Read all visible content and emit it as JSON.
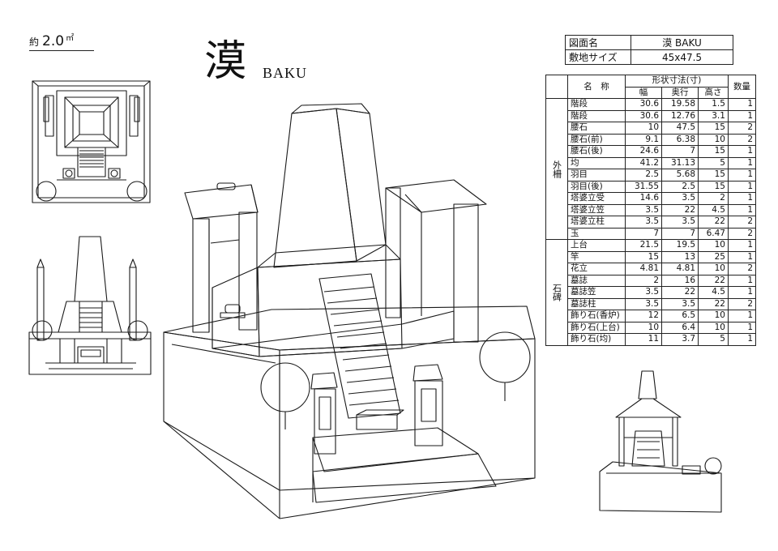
{
  "area": {
    "prefix": "約",
    "value": "2.0",
    "unit": "㎡"
  },
  "title": {
    "kanji": "漠",
    "roman": "BAKU"
  },
  "info_table": [
    {
      "key": "図面名",
      "value": "漠 BAKU"
    },
    {
      "key": "敷地サイズ",
      "value": "45x47.5"
    }
  ],
  "spec_table": {
    "header_name": "名　称",
    "header_dims": "形状寸法(寸)",
    "header_cols": [
      "幅",
      "奥行",
      "高さ",
      "数量"
    ],
    "groups": [
      {
        "label": "外柵",
        "rows": [
          {
            "name": "階段",
            "w": "30.6",
            "d": "19.58",
            "h": "1.5",
            "q": "1"
          },
          {
            "name": "階段",
            "w": "30.6",
            "d": "12.76",
            "h": "3.1",
            "q": "1"
          },
          {
            "name": "腰石",
            "w": "10",
            "d": "47.5",
            "h": "15",
            "q": "2"
          },
          {
            "name": "腰石(前)",
            "w": "9.1",
            "d": "6.38",
            "h": "10",
            "q": "2"
          },
          {
            "name": "腰石(後)",
            "w": "24.6",
            "d": "7",
            "h": "15",
            "q": "1"
          },
          {
            "name": "均",
            "w": "41.2",
            "d": "31.13",
            "h": "5",
            "q": "1"
          },
          {
            "name": "羽目",
            "w": "2.5",
            "d": "5.68",
            "h": "15",
            "q": "1"
          },
          {
            "name": "羽目(後)",
            "w": "31.55",
            "d": "2.5",
            "h": "15",
            "q": "1"
          },
          {
            "name": "塔婆立受",
            "w": "14.6",
            "d": "3.5",
            "h": "2",
            "q": "1"
          },
          {
            "name": "塔婆立笠",
            "w": "3.5",
            "d": "22",
            "h": "4.5",
            "q": "1"
          },
          {
            "name": "塔婆立柱",
            "w": "3.5",
            "d": "3.5",
            "h": "22",
            "q": "2"
          },
          {
            "name": "玉",
            "w": "7",
            "d": "7",
            "h": "6.47",
            "q": "2"
          }
        ]
      },
      {
        "label": "石碑",
        "rows": [
          {
            "name": "上台",
            "w": "21.5",
            "d": "19.5",
            "h": "10",
            "q": "1"
          },
          {
            "name": "竿",
            "w": "15",
            "d": "13",
            "h": "25",
            "q": "1"
          },
          {
            "name": "花立",
            "w": "4.81",
            "d": "4.81",
            "h": "10",
            "q": "2"
          },
          {
            "name": "墓誌",
            "w": "2",
            "d": "16",
            "h": "22",
            "q": "1"
          },
          {
            "name": "墓誌笠",
            "w": "3.5",
            "d": "22",
            "h": "4.5",
            "q": "1"
          },
          {
            "name": "墓誌柱",
            "w": "3.5",
            "d": "3.5",
            "h": "22",
            "q": "2"
          },
          {
            "name": "飾り石(香炉)",
            "w": "12",
            "d": "6.5",
            "h": "10",
            "q": "1"
          },
          {
            "name": "飾り石(上台)",
            "w": "10",
            "d": "6.4",
            "h": "10",
            "q": "1"
          },
          {
            "name": "飾り石(均)",
            "w": "11",
            "d": "3.7",
            "h": "5",
            "q": "1"
          }
        ]
      }
    ]
  }
}
